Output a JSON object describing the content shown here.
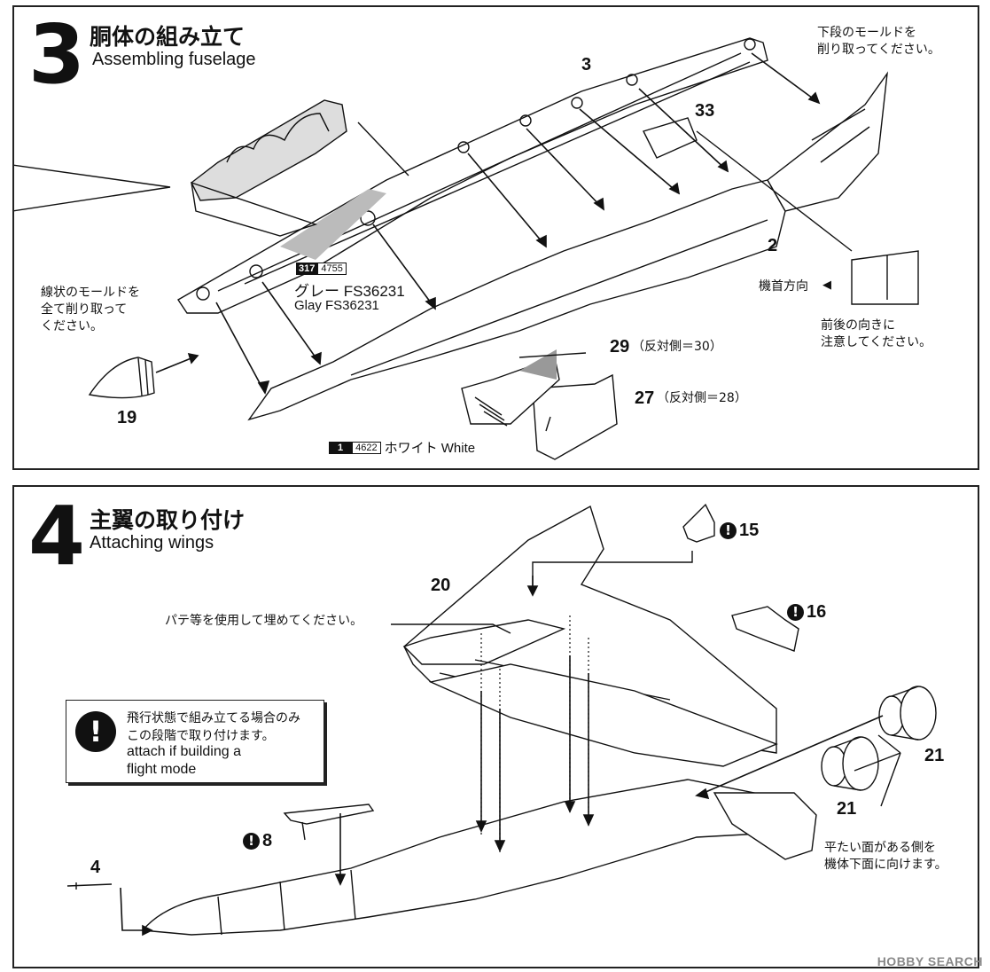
{
  "step3": {
    "number": "3",
    "title_jp": "胴体の組み立て",
    "title_en": "Assembling fuselage",
    "parts": {
      "p3": "3",
      "p33": "33",
      "p2": "2",
      "p19": "19",
      "p29": "29",
      "p29_note": "（反対側＝30）",
      "p27": "27",
      "p27_note": "（反対側＝28）"
    },
    "note_lower_mold": "下段のモールドを\n削り取ってください。",
    "note_line_mold": "線状のモールドを\n全て削り取って\nください。",
    "paint_grey": {
      "code1": "317",
      "code2": "4755",
      "label_jp": "グレー FS36231",
      "label_en": "Glay FS36231"
    },
    "paint_white": {
      "code1": "1",
      "code2": "4622",
      "label": "ホワイト White"
    },
    "nose_dir_label": "機首方向",
    "nose_dir_arrow": "◀",
    "note_orientation": "前後の向きに\n注意してください。"
  },
  "step4": {
    "number": "4",
    "title_jp": "主翼の取り付け",
    "title_en": "Attaching wings",
    "parts": {
      "p20": "20",
      "p15": "15",
      "p16": "16",
      "p21a": "21",
      "p21b": "21",
      "p8": "8",
      "p4": "4"
    },
    "note_putty": "パテ等を使用して埋めてください。",
    "warning_icon": "!",
    "warning_jp": "飛行状態で組み立てる場合のみ\nこの段階で取り付けます。",
    "warning_en": "attach if building a\nflight mode",
    "note_flat_face": "平たい面がある側を\n機体下面に向けます。"
  },
  "watermark": "HOBBY SEARCH"
}
